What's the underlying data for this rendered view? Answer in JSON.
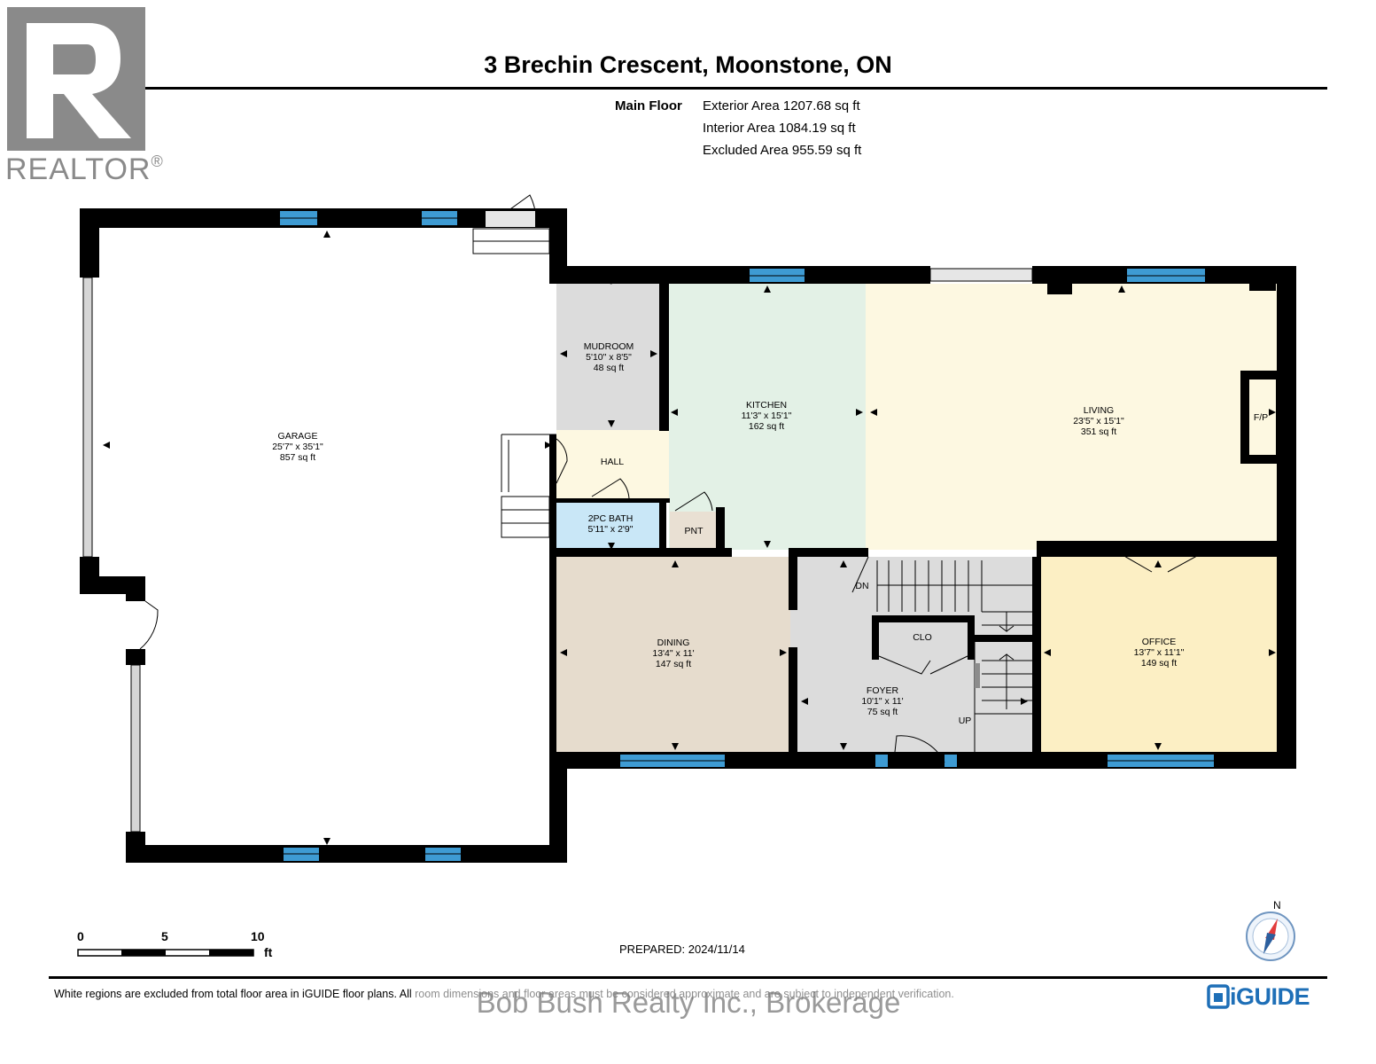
{
  "header": {
    "title": "3 Brechin Crescent, Moonstone, ON",
    "floor_label": "Main Floor",
    "areas": [
      "Exterior Area 1207.68 sq ft",
      "Interior Area 1084.19 sq ft",
      "Excluded Area 955.59 sq ft"
    ]
  },
  "branding": {
    "realtor": "REALTOR",
    "realtor_mark": "®",
    "iguide": "iGUIDE",
    "watermark": "Bob Bush Realty Inc., Brokerage"
  },
  "rooms": {
    "garage": {
      "name": "GARAGE",
      "dims": "25'7\" x 35'1\"",
      "area": "857 sq ft"
    },
    "mudroom": {
      "name": "MUDROOM",
      "dims": "5'10\" x 8'5\"",
      "area": "48 sq ft"
    },
    "kitchen": {
      "name": "KITCHEN",
      "dims": "11'3\" x 15'1\"",
      "area": "162 sq ft"
    },
    "living": {
      "name": "LIVING",
      "dims": "23'5\" x 15'1\"",
      "area": "351 sq ft"
    },
    "hall": {
      "name": "HALL"
    },
    "bath": {
      "name": "2PC BATH",
      "dims": "5'11\" x 2'9\""
    },
    "pantry": {
      "name": "PNT"
    },
    "dining": {
      "name": "DINING",
      "dims": "13'4\" x 11'",
      "area": "147 sq ft"
    },
    "foyer": {
      "name": "FOYER",
      "dims": "10'1\" x 11'",
      "area": "75 sq ft"
    },
    "closet": {
      "name": "CLO"
    },
    "office": {
      "name": "OFFICE",
      "dims": "13'7\" x 11'1\"",
      "area": "149 sq ft"
    },
    "fireplace": "F/P",
    "stairs_down": "DN",
    "stairs_up": "UP"
  },
  "colors": {
    "garage": "#ffffff",
    "mudroom": "#dcdcdc",
    "kitchen": "#e3f1e6",
    "living": "#fdf8e1",
    "hall": "#fdf8e1",
    "bath": "#c9e7f7",
    "pantry": "#e9e0d3",
    "dining": "#e6dccd",
    "foyer": "#dcdcdc",
    "office": "#fcefc4",
    "wall": "#000000",
    "window": "#3e9bd3"
  },
  "scale": {
    "ticks": [
      "0",
      "5",
      "10"
    ],
    "unit": "ft"
  },
  "compass": {
    "north": "N"
  },
  "footer": {
    "prepared": "PREPARED: 2024/11/14",
    "disclaimer": "White regions are excluded from total floor area in iGUIDE floor plans. All room dimensions and floor areas must be considered approximate and are subject to independent verification."
  }
}
